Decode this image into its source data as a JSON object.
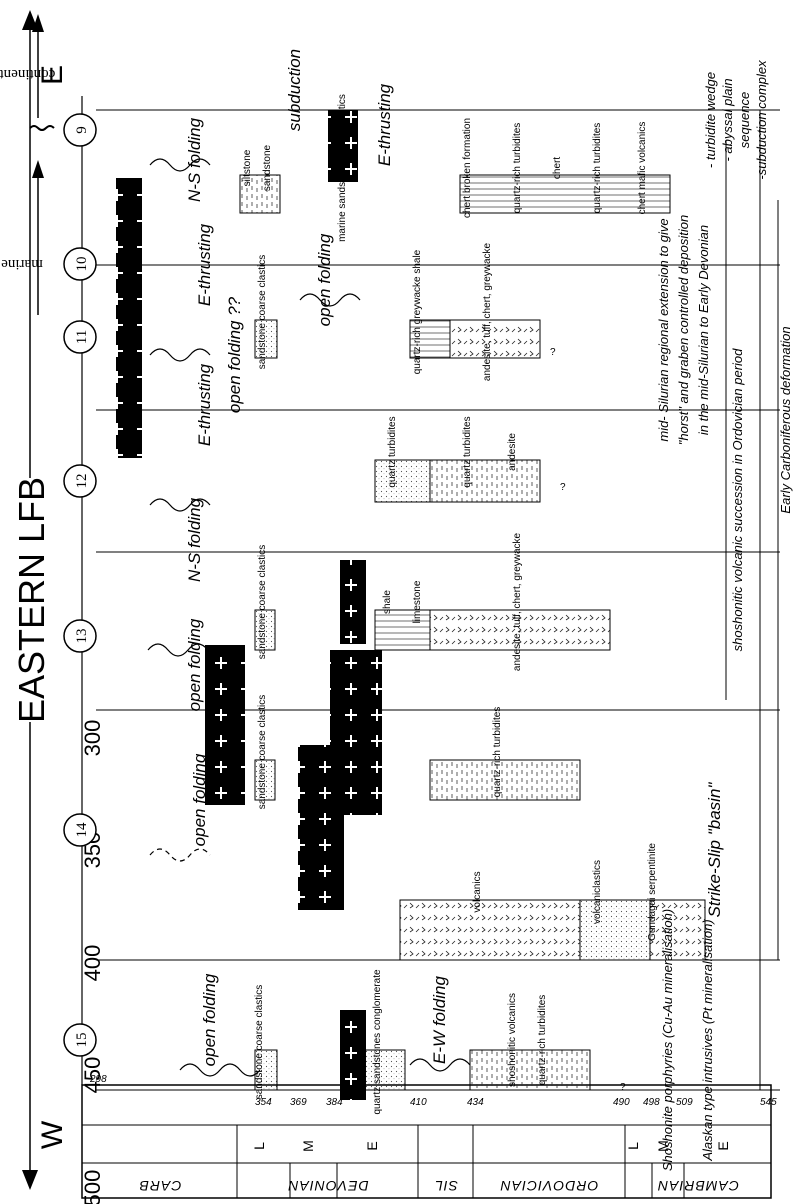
{
  "title": "EASTERN LFB",
  "direction": {
    "west": "W",
    "east": "E"
  },
  "environment": {
    "marine": "marine",
    "continental": "continental"
  },
  "timescale": {
    "periods": [
      "CARB",
      "DEVONIAN",
      "SIL",
      "ORDOVICIAN",
      "CAMBRIAN"
    ],
    "epochs": [
      "L",
      "M",
      "E",
      "L",
      "M",
      "E"
    ],
    "major_ticks": [
      "300",
      "350",
      "400",
      "450",
      "500"
    ],
    "minor_ticks": [
      "298",
      "354",
      "369",
      "384",
      "410",
      "434",
      "490",
      "498",
      "509",
      "545"
    ]
  },
  "zones": [
    "15",
    "14",
    "13",
    "12",
    "11",
    "10",
    "9"
  ],
  "events": {
    "folding": [
      "open folding",
      "open folding",
      "open folding",
      "N-S folding",
      "open folding ??",
      "open folding",
      "N-S folding",
      "E-W folding"
    ],
    "thrusting": [
      "E-thrusting",
      "E-thrusting",
      "E-thrusting",
      "subduction"
    ],
    "strike_slip": "Strike-Slip \"basin\""
  },
  "lithology": {
    "col15": [
      "sandstone coarse clastics",
      "quartz sandstones conglomerate",
      "shoshonitic volcanics",
      "quartz-rich turbidites"
    ],
    "col14": [
      "volcanics",
      "volcaniclastics",
      "Gundagai serpentinite"
    ],
    "col13": [
      "sandstone coarse clastics",
      "quartz-rich turbidites"
    ],
    "col12": [
      "sandstone coarse clastics",
      "shale",
      "limestone",
      "andesite, tuff, chert, greywacke"
    ],
    "col11": [
      "quartz turbidites",
      "quartz turbidites",
      "andesite"
    ],
    "col10": [
      "sandstone coarse clastics",
      "quartz-rich greywacke shale",
      "andesite, tuff, chert, greywacke"
    ],
    "col9": [
      "siltstone",
      "sandstone",
      "marine sandstone coarse clastics",
      "chert broken formation",
      "quartz-rich turbidites",
      "chert",
      "quartz-rich turbidites",
      "chert mafic volcanics"
    ]
  },
  "notes": {
    "shoshonite": "Shoshonite porphyries (Cu-Au mineralisation)",
    "alaskan": "Alaskan type intrusives (Pt mineralisation)",
    "silurian_1": "mid- Silurian regional extension to give",
    "silurian_2": "\"horst\" and graben controlled deposition",
    "silurian_3": "in the mid-Silurian to Early Devonian",
    "shoshonitic_succession": "shoshonitic volcanic succession in Ordovician period",
    "carboniferous": "Early Carboniferous deformation",
    "turbidite_1": "- turbidite wedge",
    "turbidite_2": "- abyssal plain",
    "turbidite_3": "sequence",
    "turbidite_4": "-subduction complex"
  },
  "question_mark": "?"
}
